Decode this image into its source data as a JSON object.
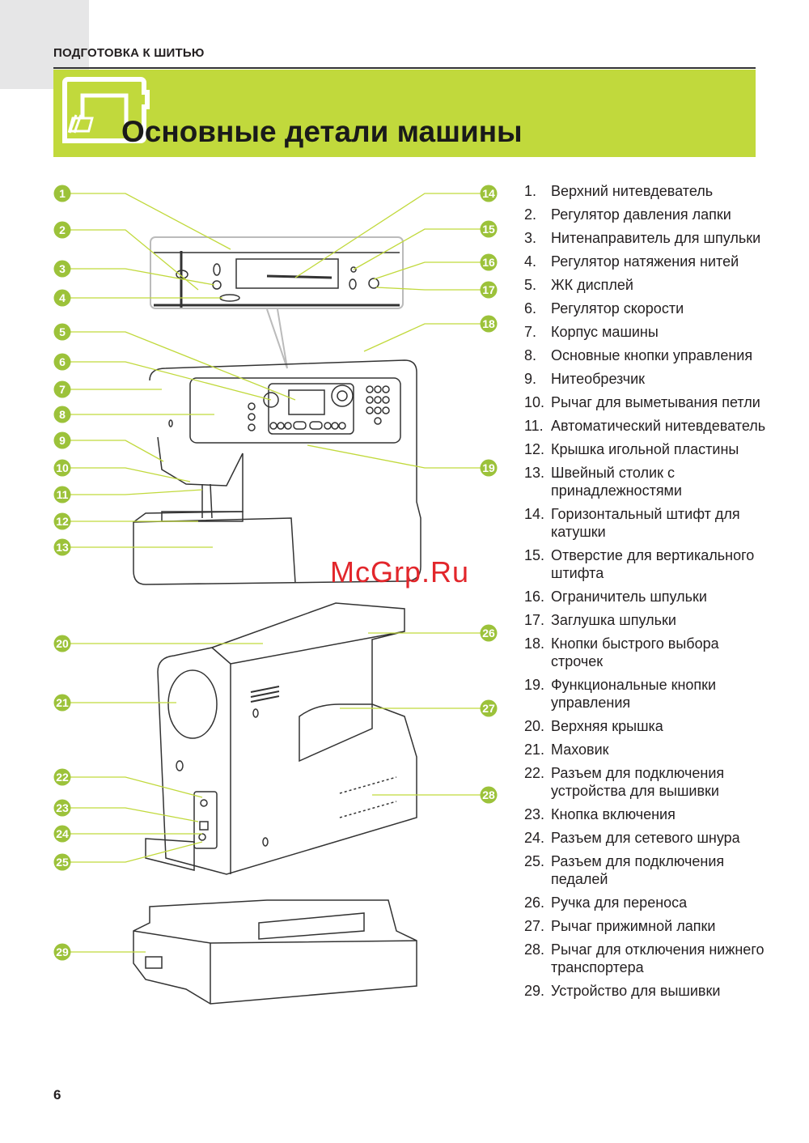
{
  "header": {
    "section": "ПОДГОТОВКА К ШИТЬЮ",
    "title": "Основные детали машины"
  },
  "colors": {
    "accent": "#c1d93c",
    "callout": "#9cc23a",
    "watermark": "#e2262b"
  },
  "diagram": {
    "callouts": [
      "1",
      "2",
      "3",
      "4",
      "5",
      "6",
      "7",
      "8",
      "9",
      "10",
      "11",
      "12",
      "13",
      "14",
      "15",
      "16",
      "17",
      "18",
      "19",
      "20",
      "21",
      "22",
      "23",
      "24",
      "25",
      "26",
      "27",
      "28",
      "29"
    ]
  },
  "parts": [
    {
      "n": "1.",
      "label": "Верхний нитевдеватель"
    },
    {
      "n": "2.",
      "label": "Регулятор давления лапки"
    },
    {
      "n": "3.",
      "label": "Нитенаправитель для шпульки"
    },
    {
      "n": "4.",
      "label": "Регулятор натяжения нитей"
    },
    {
      "n": "5.",
      "label": "ЖК дисплей"
    },
    {
      "n": "6.",
      "label": "Регулятор скорости"
    },
    {
      "n": "7.",
      "label": "Корпус машины"
    },
    {
      "n": "8.",
      "label": "Основные кнопки управления"
    },
    {
      "n": "9.",
      "label": "Нитеобрезчик"
    },
    {
      "n": "10.",
      "label": "Рычаг для выметывания петли"
    },
    {
      "n": "11.",
      "label": "Автоматический нитевдеватель"
    },
    {
      "n": "12.",
      "label": "Крышка игольной пластины"
    },
    {
      "n": "13.",
      "label": "Швейный столик с принадлежностями"
    },
    {
      "n": "14.",
      "label": "Горизонтальный штифт для катушки"
    },
    {
      "n": "15.",
      "label": "Отверстие для вертикального штифта"
    },
    {
      "n": "16.",
      "label": "Ограничитель шпульки"
    },
    {
      "n": "17.",
      "label": "Заглушка шпульки"
    },
    {
      "n": "18.",
      "label": "Кнопки быстрого выбора строчек"
    },
    {
      "n": "19.",
      "label": "Функциональные кнопки управления"
    },
    {
      "n": "20.",
      "label": "Верхняя крышка"
    },
    {
      "n": "21.",
      "label": "Маховик"
    },
    {
      "n": "22.",
      "label": "Разъем для подключения устройства для вышивки"
    },
    {
      "n": "23.",
      "label": "Кнопка включения"
    },
    {
      "n": "24.",
      "label": "Разъем для сетевого шнура"
    },
    {
      "n": "25.",
      "label": "Разъем для подключения педалей"
    },
    {
      "n": "26.",
      "label": "Ручка для переноса"
    },
    {
      "n": "27.",
      "label": "Рычаг прижимной лапки"
    },
    {
      "n": "28.",
      "label": "Рычаг для отключения нижнего транспортера"
    },
    {
      "n": "29.",
      "label": "Устройство для вышивки"
    }
  ],
  "watermark": "McGrp.Ru",
  "footer": {
    "page": "6"
  }
}
